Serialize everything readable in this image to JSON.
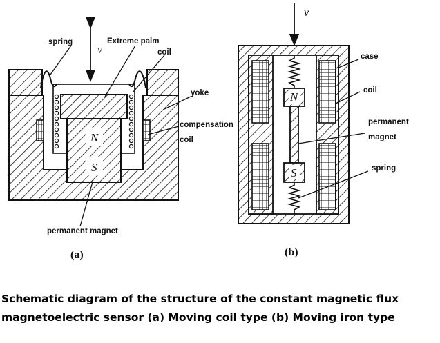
{
  "figure_a": {
    "velocity": "v",
    "labels": {
      "spring": "spring",
      "extreme_palm": "Extreme palm",
      "coil": "coil",
      "yoke": "yoke",
      "compensation_line1": "compensation",
      "compensation_line2": "coil",
      "permanent_magnet": "permanent magnet"
    },
    "pole_n": "N",
    "pole_s": "S",
    "sublabel": "(a)"
  },
  "figure_b": {
    "velocity": "v",
    "labels": {
      "case": "case",
      "coil": "coil",
      "permanent_line1": "permanent",
      "permanent_line2": "magnet",
      "spring": "spring"
    },
    "pole_n": "N",
    "pole_s": "S",
    "sublabel": "(b)"
  },
  "caption": {
    "line1": "Schematic diagram of the structure of the constant magnetic flux",
    "line2": "magnetoelectric sensor (a) Moving coil type (b) Moving iron type"
  }
}
